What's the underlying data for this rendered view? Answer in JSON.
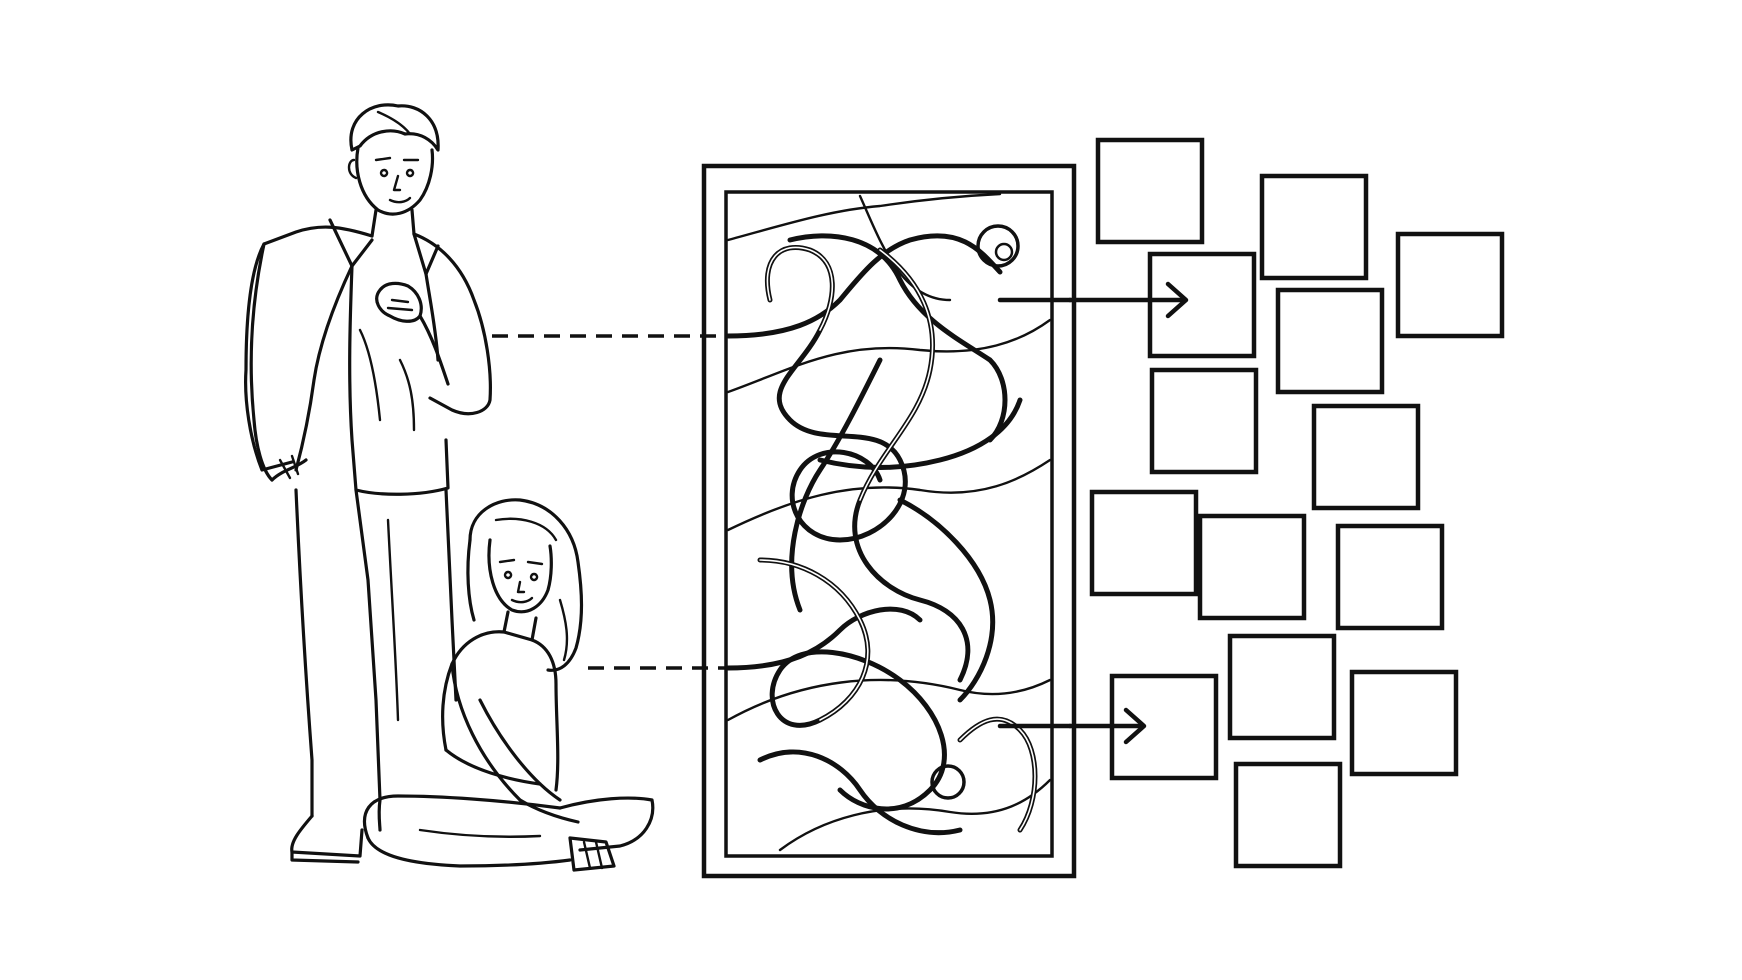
{
  "scene": {
    "ink_color": "#111111",
    "background_color": "#ffffff",
    "tiles": [
      "tile-1",
      "tile-2",
      "tile-3",
      "tile-4",
      "tile-5",
      "tile-6",
      "tile-7",
      "tile-8",
      "tile-9",
      "tile-10",
      "tile-11",
      "tile-12",
      "tile-13",
      "tile-14",
      "tile-15",
      "tile-16",
      "tile-17"
    ]
  }
}
